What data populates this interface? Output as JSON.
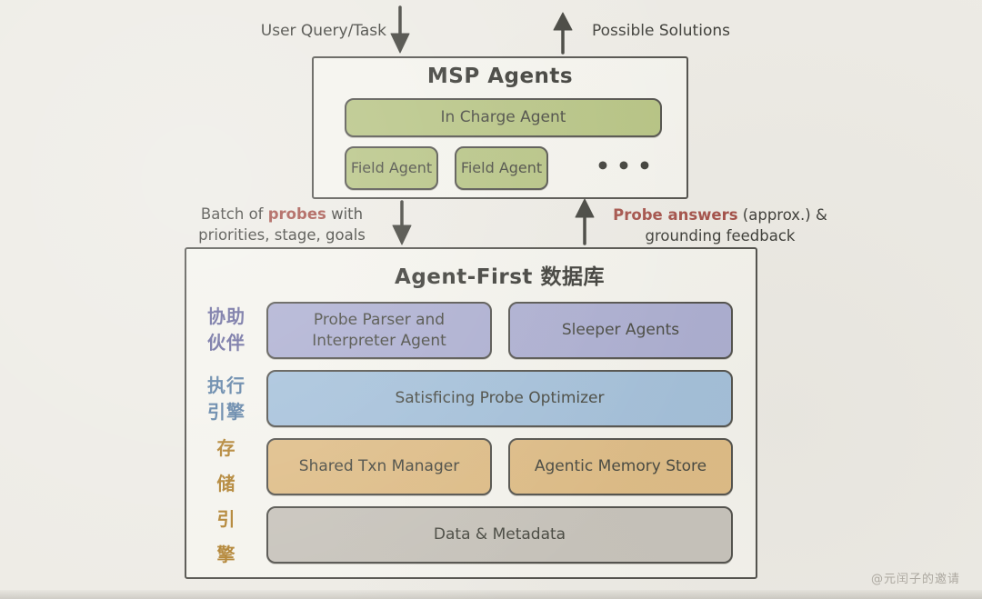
{
  "page": {
    "watermark": "@元闰子的邀请"
  },
  "colors": {
    "background": "#edebe5",
    "agent_green": "#b6c383",
    "assistant_purple": "#acaed1",
    "engine_blue": "#a4c0da",
    "storage_tan": "#debc86",
    "data_gray": "#c7c3bb",
    "accent_red": "#a5524a",
    "ink": "#45453f",
    "label_purple": "#6a6a9d",
    "label_blue": "#5d80a5",
    "label_orange": "#b0812f"
  },
  "top": {
    "user_query_label": "User Query/Task",
    "possible_solutions_label": "Possible Solutions"
  },
  "msp": {
    "title": "MSP Agents",
    "in_charge_label": "In Charge Agent",
    "field_agents": [
      "Field Agent",
      "Field Agent"
    ],
    "ellipsis": "•••"
  },
  "flows": {
    "down": {
      "pre": "Batch of ",
      "emphasis": "probes",
      "post": " with",
      "line2": "priorities, stage, goals"
    },
    "up": {
      "emphasis": "Probe answers",
      "post": " (approx.) &",
      "line2": "grounding feedback"
    }
  },
  "db": {
    "title": "Agent-First 数据库",
    "side_labels": [
      {
        "text": "协助\n伙伴"
      },
      {
        "text": "执行\n引擎"
      },
      {
        "text": "存\n储\n引\n擎"
      }
    ],
    "rows": {
      "row1_left": "Probe Parser and Interpreter Agent",
      "row1_right": "Sleeper Agents",
      "row2": "Satisficing Probe Optimizer",
      "row3_left": "Shared Txn Manager",
      "row3_right": "Agentic Memory Store",
      "row4": "Data & Metadata"
    }
  }
}
